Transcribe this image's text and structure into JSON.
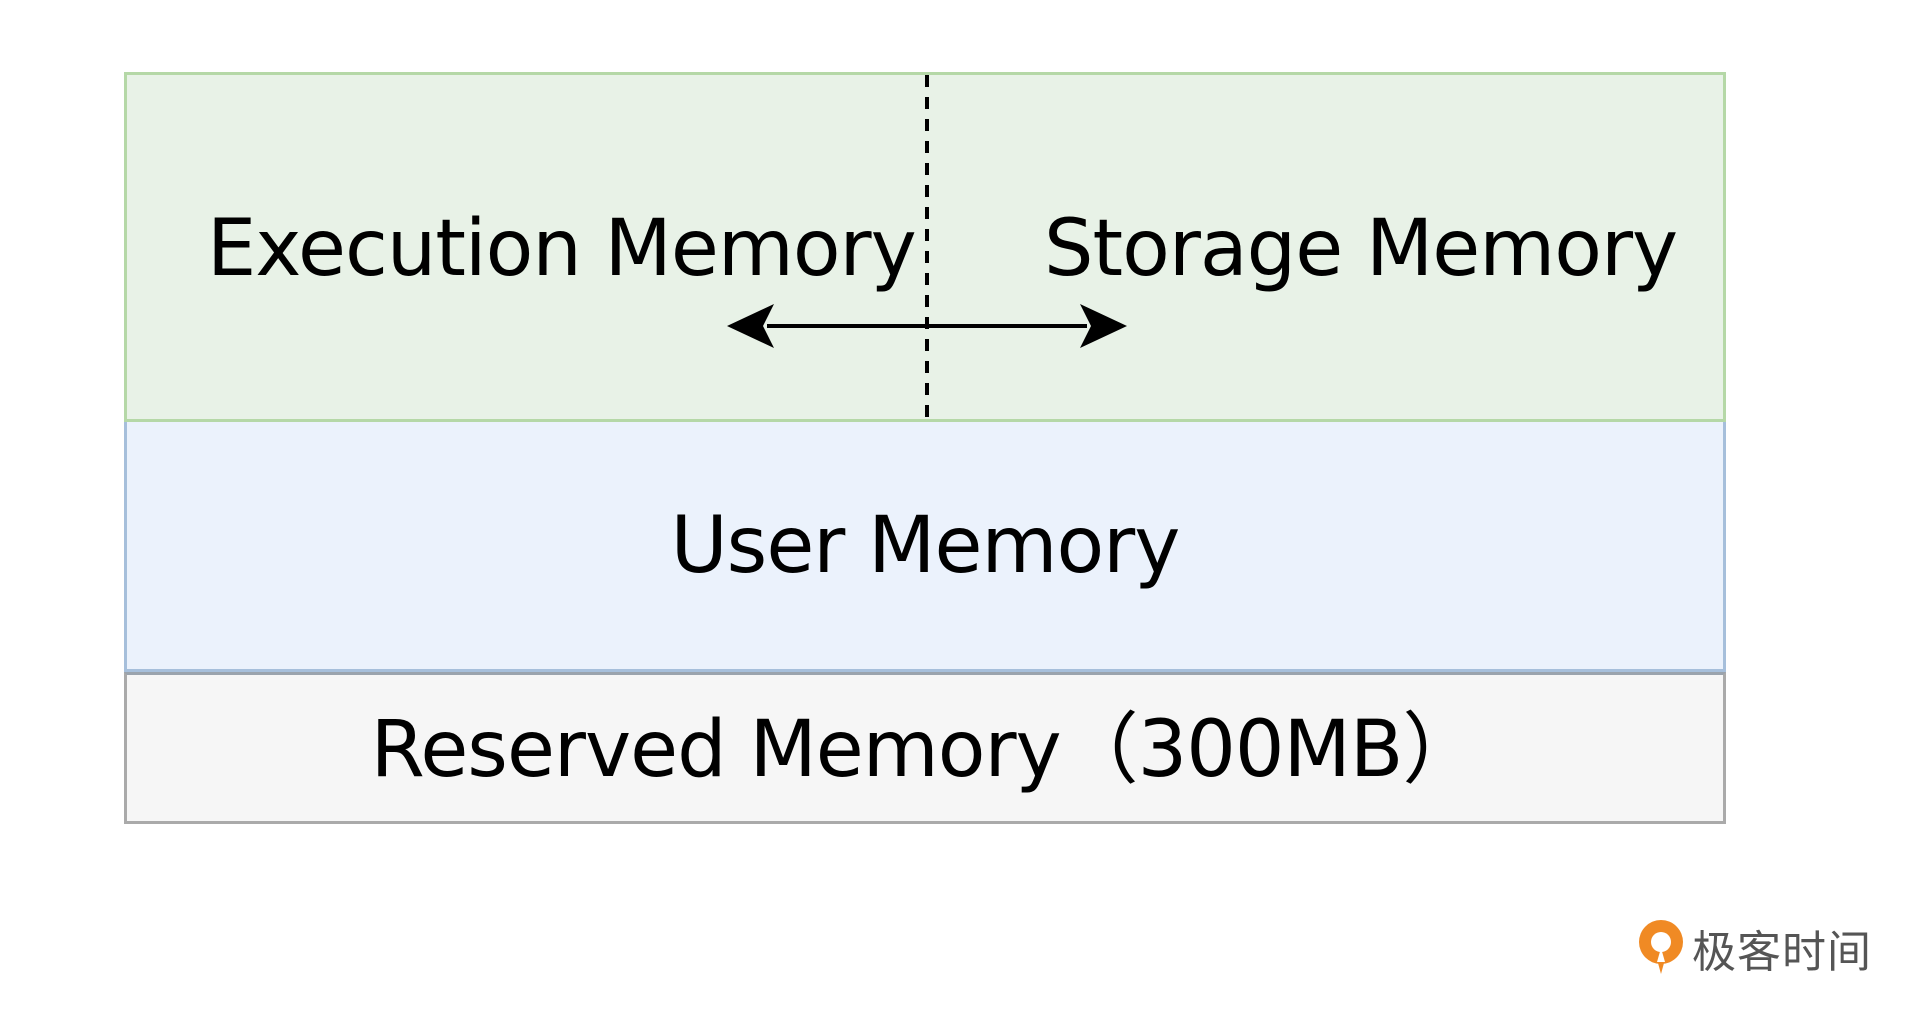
{
  "diagram": {
    "execution_label": "Execution Memory",
    "storage_label": "Storage Memory",
    "user_label": "User Memory",
    "reserved_label": "Reserved Memory（300MB）"
  },
  "logo": {
    "text": "极客时间"
  },
  "colors": {
    "unified_fill": "#e8f2e7",
    "unified_border": "#b5d8a7",
    "user_fill": "#ebf2fc",
    "user_border": "#a6bfdb",
    "reserved_fill": "#f6f6f6",
    "reserved_border": "#aaaaaa",
    "logo_orange": "#f08a24"
  },
  "icons": {
    "logo_icon": "geektime-logo-icon",
    "arrow": "double-headed-arrow-icon"
  }
}
